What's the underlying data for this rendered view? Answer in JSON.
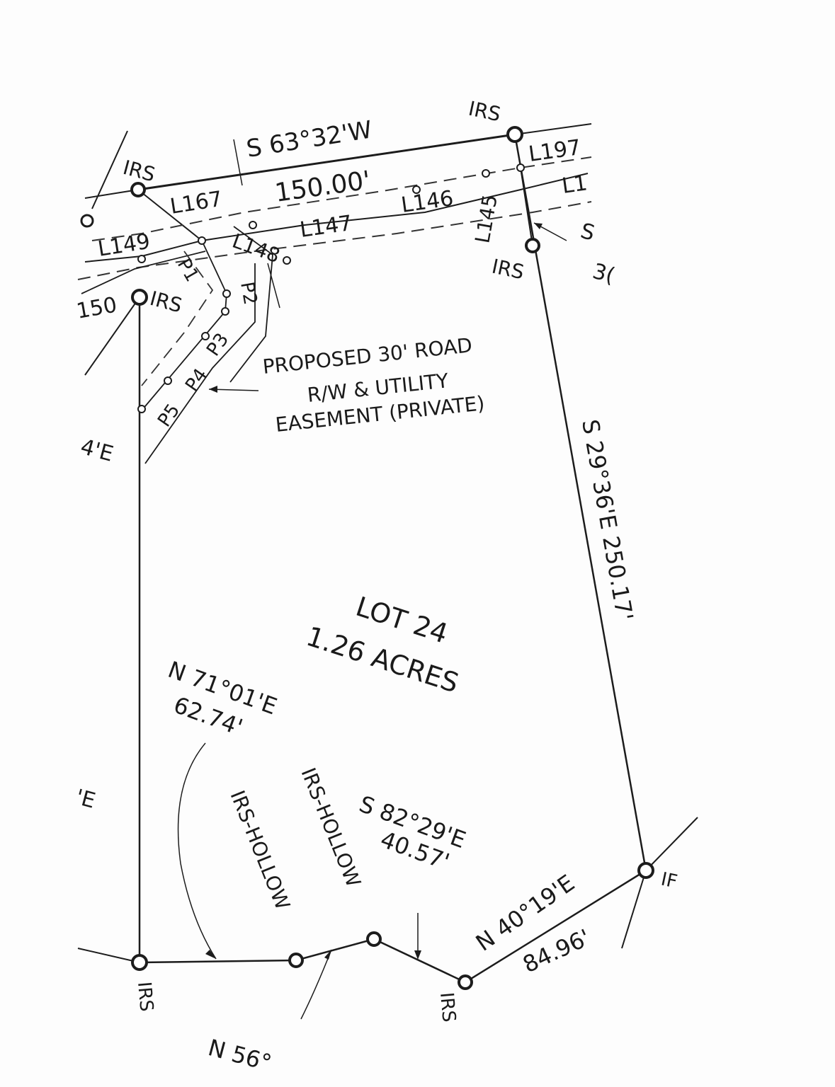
{
  "labels": {
    "top_bearing": "S 63°32'W",
    "top_distance": "150.00'",
    "irs": "IRS",
    "l197": "L197",
    "l1": "L1",
    "l167": "L167",
    "l149": "L149",
    "l147": "L147",
    "l146": "L146",
    "l145": "L145",
    "l148": "L148",
    "l150": "150",
    "p1": "P1",
    "p2": "P2",
    "p3": "P3",
    "p4": "P4",
    "p5": "P5",
    "s_partial": "S",
    "num_partial": "3(",
    "easement_line1": "PROPOSED 30' ROAD",
    "easement_line2": "R/W & UTILITY",
    "easement_line3": "EASEMENT (PRIVATE)",
    "left_bearing_partial": "4'E",
    "left_bearing_partial2": "'E",
    "right_bearing": "S 29°36'E 250.17'",
    "lot_name": "LOT 24",
    "lot_acres": "1.26 ACRES",
    "bottom_left_bearing": "N 71°01'E",
    "bottom_left_distance": "62.74'",
    "irs_hollow": "IRS-HOLLOW",
    "bottom_mid_bearing": "S 82°29'E",
    "bottom_mid_distance": "40.57'",
    "bottom_right_bearing": "N 40°19'E",
    "bottom_right_distance": "84.96'",
    "bottom_partial": "N 56°",
    "corner_partial": "IF"
  }
}
